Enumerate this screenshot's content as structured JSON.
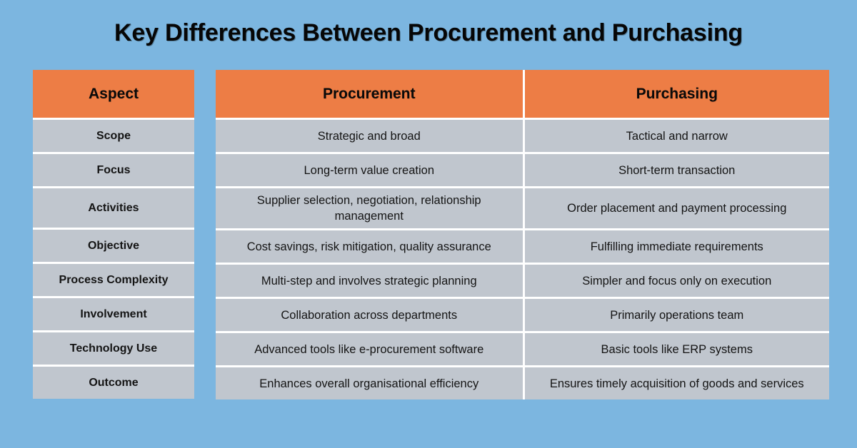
{
  "page": {
    "title": "Key Differences Between Procurement and Purchasing",
    "background_color": "#7cb6e0",
    "header_color": "#ed7d45",
    "row_color": "#c0c6ce",
    "divider_color": "#ffffff",
    "text_color": "#141414"
  },
  "table": {
    "headers": {
      "aspect": "Aspect",
      "procurement": "Procurement",
      "purchasing": "Purchasing"
    },
    "rows": [
      {
        "aspect": "Scope",
        "procurement": "Strategic and broad",
        "purchasing": "Tactical and narrow"
      },
      {
        "aspect": "Focus",
        "procurement": "Long-term value creation",
        "purchasing": "Short-term transaction"
      },
      {
        "aspect": "Activities",
        "procurement": "Supplier selection, negotiation, relationship management",
        "purchasing": "Order placement and payment processing"
      },
      {
        "aspect": "Objective",
        "procurement": "Cost savings, risk mitigation, quality assurance",
        "purchasing": "Fulfilling immediate requirements"
      },
      {
        "aspect": "Process Complexity",
        "procurement": "Multi-step and involves strategic planning",
        "purchasing": "Simpler and focus only on execution"
      },
      {
        "aspect": "Involvement",
        "procurement": "Collaboration across departments",
        "purchasing": "Primarily operations team"
      },
      {
        "aspect": "Technology Use",
        "procurement": "Advanced tools like e-procurement software",
        "purchasing": "Basic tools like ERP systems"
      },
      {
        "aspect": "Outcome",
        "procurement": "Enhances overall organisational efficiency",
        "purchasing": "Ensures timely acquisition of goods and services"
      }
    ]
  }
}
